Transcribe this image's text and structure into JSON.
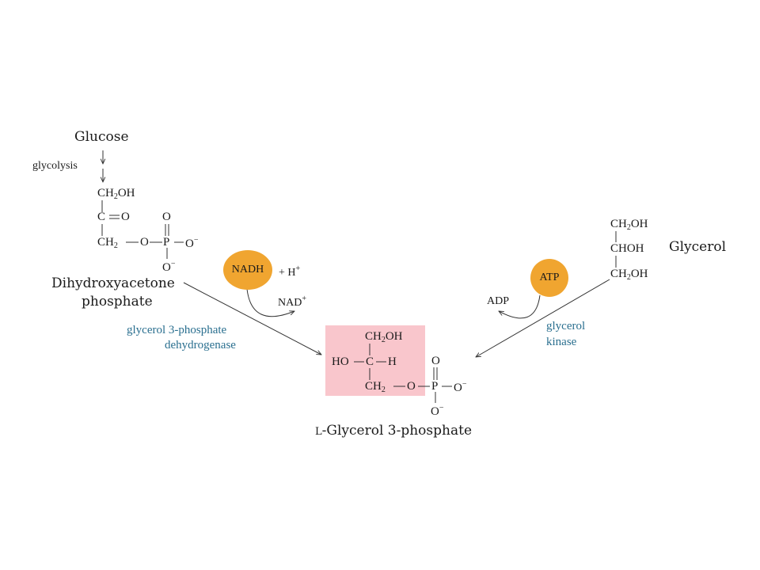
{
  "glucose": "Glucose",
  "glycolysis": "glycolysis",
  "dhap": {
    "ch2oh": "CH",
    "ch2oh_sub": "2",
    "ch2oh_end": "OH",
    "c": "C",
    "o_double": "O",
    "ch2": "CH",
    "ch2_sub": "2",
    "o_link": "O",
    "p": "P",
    "o_top": "O",
    "o_right": "O",
    "o_bottom": "O",
    "minus": "−",
    "name_line1": "Dihydroxyacetone",
    "name_line2": "phosphate"
  },
  "nadh": "NADH",
  "plus_h": "+ H",
  "h_sup": "+",
  "nad": "NAD",
  "nad_sup": "+",
  "enzyme_left_line1": "glycerol 3-phosphate",
  "enzyme_left_line2": "dehydrogenase",
  "glycerol_struct": {
    "r1a": "CH",
    "r1s": "2",
    "r1b": "OH",
    "r2": "CHOH",
    "r3a": "CH",
    "r3s": "2",
    "r3b": "OH"
  },
  "glycerol": "Glycerol",
  "atp": "ATP",
  "adp": "ADP",
  "enzyme_right_line1": "glycerol",
  "enzyme_right_line2": "kinase",
  "g3p": {
    "ch2oh_a": "CH",
    "ch2oh_s": "2",
    "ch2oh_b": "OH",
    "ho": "HO",
    "c": "C",
    "h": "H",
    "ch2_a": "CH",
    "ch2_s": "2",
    "o_link": "O",
    "p": "P",
    "o_top": "O",
    "o_right": "O",
    "o_bottom": "O",
    "minus": "−",
    "name_prefix": "L",
    "name": "-Glycerol 3-phosphate"
  },
  "colors": {
    "oval": "#f0a530",
    "highlight": "#f9c6cc",
    "enzyme_text": "#2a6f8f"
  }
}
